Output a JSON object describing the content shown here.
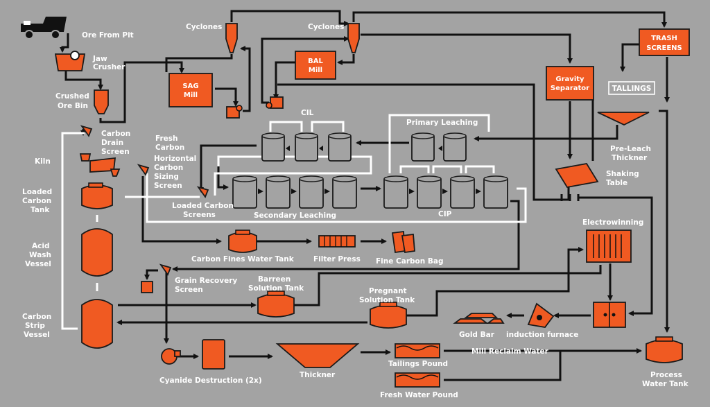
{
  "colors": {
    "background": "#a3a3a3",
    "equipment": "#f05a22",
    "pipe": "#111111",
    "white_pipe": "#ffffff"
  },
  "icons": {
    "truck": "haul-truck-icon"
  },
  "labels": {
    "ore_from_pit": "Ore From Pit",
    "jaw": "Jaw",
    "crusher": "Crusher",
    "crushed": "Crushed",
    "ore_bin": "Ore Bin",
    "cyclones_1": "Cyclones",
    "cyclones_2": "Cyclones",
    "sag_1": "SAG",
    "sag_2": "Mill",
    "bal_1": "BAL",
    "bal_2": "Mill",
    "trash_1": "TRASH",
    "trash_2": "SCREENS",
    "tailings": "TALLINGS",
    "gravity_1": "Gravity",
    "gravity_2": "Separator",
    "carbon_drain_1": "Carbon",
    "carbon_drain_2": "Drain",
    "carbon_drain_3": "Screen",
    "fresh_carbon_1": "Fresh",
    "fresh_carbon_2": "Carbon",
    "kiln": "Kiln",
    "hcss_1": "Horizontal",
    "hcss_2": "Carbon",
    "hcss_3": "Sizing",
    "hcss_4": "Screen",
    "cil": "CIL",
    "primary_leaching": "Primary Leaching",
    "pre_leach_1": "Pre-Leach",
    "pre_leach_2": "Thickner",
    "shaking_1": "Shaking",
    "shaking_2": "Table",
    "loaded_tank_1": "Loaded",
    "loaded_tank_2": "Carbon",
    "loaded_tank_3": "Tank",
    "loaded_screens_1": "Loaded Carbon",
    "loaded_screens_2": "Screens",
    "secondary_leaching": "Secondary Leaching",
    "cip": "CIP",
    "electrowinning": "Electrowinning",
    "acid_1": "Acid",
    "acid_2": "Wash",
    "acid_3": "Vessel",
    "fines_tank": "Carbon Fines Water Tank",
    "filter_press": "Filter Press",
    "fine_bag": "Fine Carbon Bag",
    "grain_1": "Grain Recovery",
    "grain_2": "Screen",
    "barreen_1": "Barreen",
    "barreen_2": "Solution Tank",
    "pregnant_1": "Pregnant",
    "pregnant_2": "Solution Tank",
    "strip_1": "Carbon",
    "strip_2": "Strip",
    "strip_3": "Vessel",
    "gold_bar": "Gold Bar",
    "induction": "induction furnace",
    "mill_reclaim": "Mill Reclaim Water",
    "tailings_pound": "Tailings Pound",
    "cyanide": "Cyanide Destruction (2x)",
    "thickner": "Thickner",
    "fresh_water": "Fresh Water Pound",
    "process_1": "Process",
    "process_2": "Water Tank"
  }
}
